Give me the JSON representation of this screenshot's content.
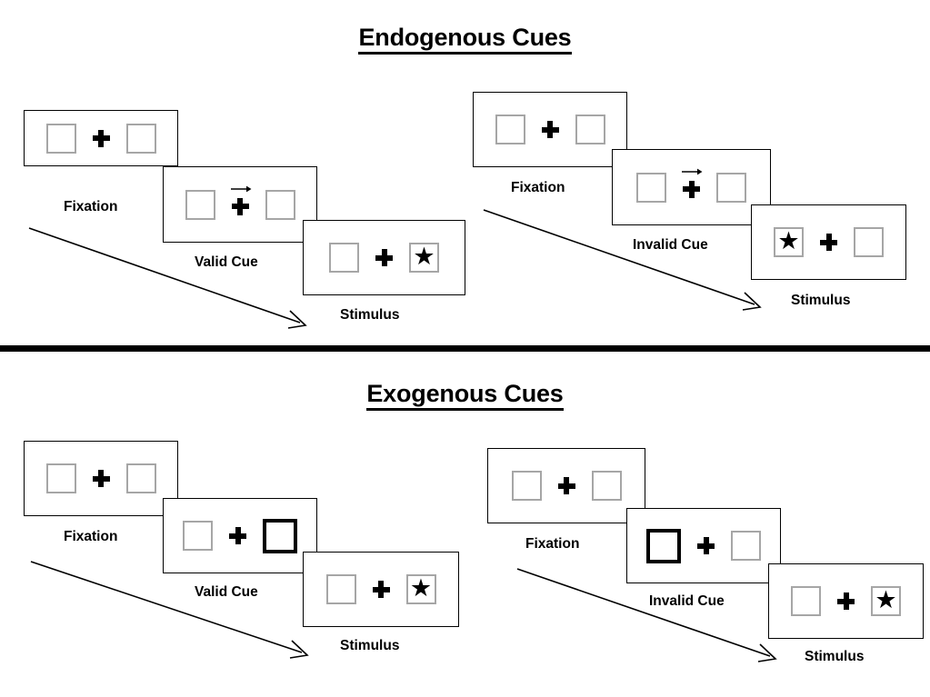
{
  "sections": [
    {
      "id": "endogenous",
      "title": "Endogenous Cues",
      "cue_type": "arrow",
      "conditions": [
        {
          "id": "endogenous-valid",
          "validity": "valid",
          "stages": [
            {
              "label": "Fixation",
              "display": "two empty boxes with central fixation cross"
            },
            {
              "label": "Valid Cue",
              "display": "central fixation cross with rightward arrow cue"
            },
            {
              "label": "Stimulus",
              "display": "star target appears in right box"
            }
          ]
        },
        {
          "id": "endogenous-invalid",
          "validity": "invalid",
          "stages": [
            {
              "label": "Fixation",
              "display": "two empty boxes with central fixation cross"
            },
            {
              "label": "Invalid Cue",
              "display": "central fixation cross with rightward arrow cue"
            },
            {
              "label": "Stimulus",
              "display": "star target appears in left box"
            }
          ]
        }
      ]
    },
    {
      "id": "exogenous",
      "title": "Exogenous Cues",
      "cue_type": "box-flash",
      "conditions": [
        {
          "id": "exogenous-valid",
          "validity": "valid",
          "stages": [
            {
              "label": "Fixation",
              "display": "two empty boxes with central fixation cross"
            },
            {
              "label": "Valid Cue",
              "display": "right box brightens / thickens"
            },
            {
              "label": "Stimulus",
              "display": "star target appears in right box"
            }
          ]
        },
        {
          "id": "exogenous-invalid",
          "validity": "invalid",
          "stages": [
            {
              "label": "Fixation",
              "display": "two empty boxes with central fixation cross"
            },
            {
              "label": "Invalid Cue",
              "display": "left box brightens / thickens"
            },
            {
              "label": "Stimulus",
              "display": "star target appears in right box"
            }
          ]
        }
      ]
    }
  ],
  "glyphs": {
    "star": "★",
    "fixation": "plus-cross",
    "arrow": "rightward-arrow"
  },
  "colors": {
    "ink": "#000000",
    "box_border": "#a6a6a6",
    "frame_border": "#000000",
    "background": "#ffffff"
  }
}
